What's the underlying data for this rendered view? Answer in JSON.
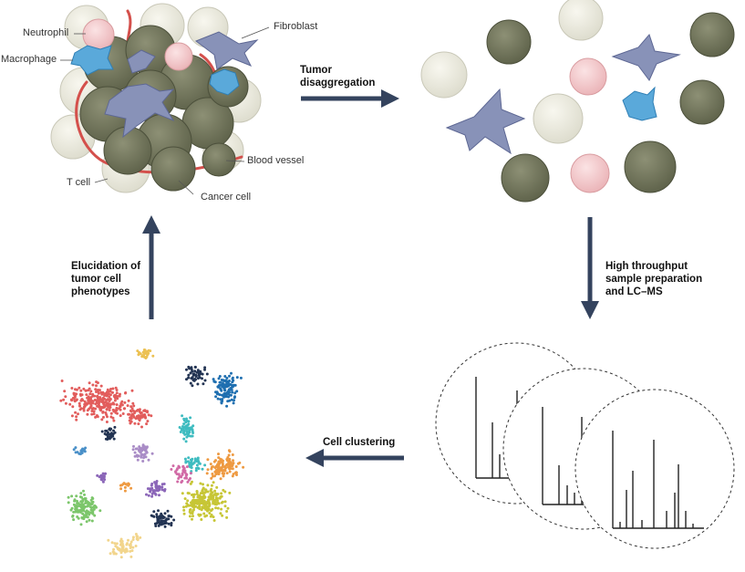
{
  "labels": {
    "neutrophil": "Neutrophil",
    "macrophage": "Macrophage",
    "fibroblast": "Fibroblast",
    "blood_vessel": "Blood vessel",
    "t_cell": "T cell",
    "cancer_cell": "Cancer cell"
  },
  "steps": {
    "disaggregation": [
      "Tumor",
      "disaggregation"
    ],
    "lcms": [
      "High throughput",
      "sample preparation",
      "and LC–MS"
    ],
    "clustering": [
      "Cell clustering"
    ],
    "elucidation": [
      "Elucidation of",
      "tumor cell",
      "phenotypes"
    ]
  },
  "colors": {
    "arrow": "#34435e",
    "cancer_cell": "#6f7358",
    "t_cell": "#ecebdf",
    "fibroblast": "#8892b8",
    "macrophage": "#5aa9da",
    "neutrophil": "#f2c4c7",
    "blood_vessel": "#d4504c",
    "cluster_palette": [
      "#e25d5c",
      "#1f6fb0",
      "#233453",
      "#ecc153",
      "#a98cc6",
      "#3fbcc0",
      "#ee9a42",
      "#7cc66b",
      "#c7c636",
      "#d16ba6",
      "#f2d58c",
      "#8b66b8",
      "#4a90c8"
    ]
  }
}
